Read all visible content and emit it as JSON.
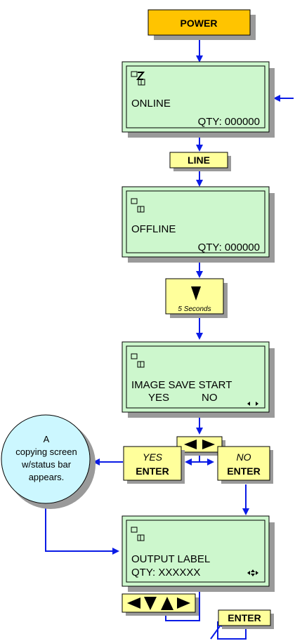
{
  "power": {
    "label": "POWER"
  },
  "screen_online": {
    "status": "ONLINE",
    "qty": "QTY:  000000"
  },
  "line_button": {
    "label": "LINE"
  },
  "screen_offline": {
    "status": "OFFLINE",
    "qty": "QTY:  000000"
  },
  "down_key": {
    "caption": "5 Seconds"
  },
  "screen_image_save": {
    "line1": "IMAGE SAVE START",
    "yes": "YES",
    "no": "NO"
  },
  "yes_enter": {
    "top": "YES",
    "bottom": "ENTER"
  },
  "no_enter": {
    "top": "NO",
    "bottom": "ENTER"
  },
  "bubble": {
    "line1": "A",
    "line2": "copying screen",
    "line3": "w/status bar",
    "line4": "appears."
  },
  "screen_output": {
    "line1": "OUTPUT LABEL",
    "line2": "QTY: XXXXXX"
  },
  "enter_button": {
    "label": "ENTER"
  },
  "colors": {
    "lcd_fill": "#cdf7cd",
    "button_fill": "#ffff9b",
    "power_fill": "#ffc400",
    "arrow": "#0a1be6",
    "bubble_fill": "#ccf7ff",
    "shadow": "#9a9a9a"
  }
}
